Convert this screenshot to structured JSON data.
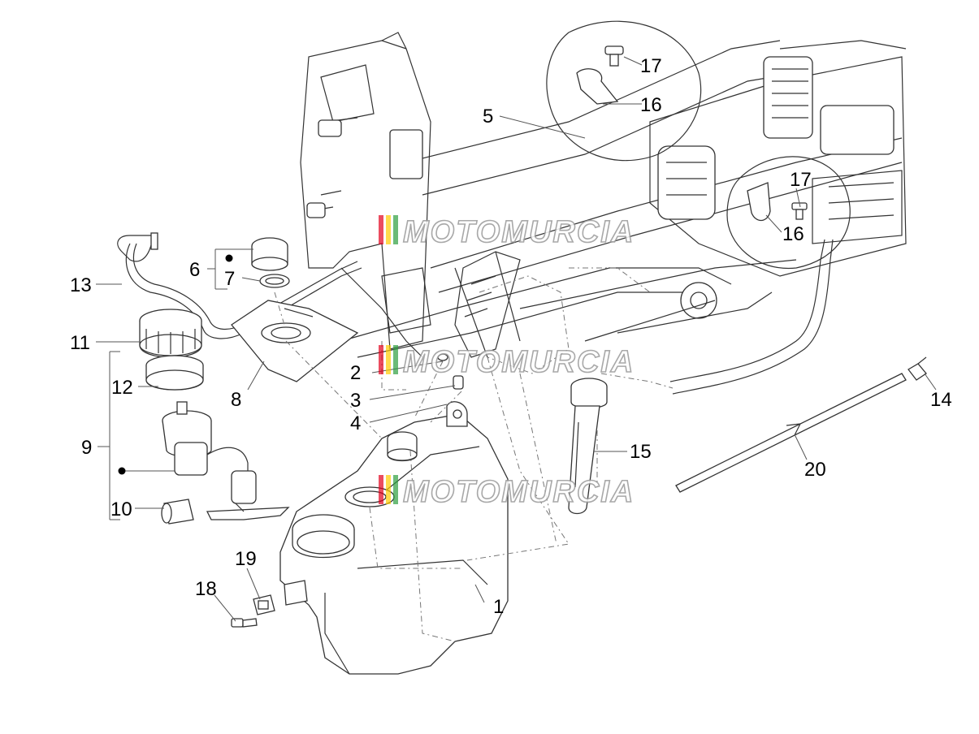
{
  "callouts": {
    "c1": "1",
    "c2": "2",
    "c3": "3",
    "c4": "4",
    "c5": "5",
    "c6": "6",
    "c7": "7",
    "c8": "8",
    "c9": "9",
    "c10": "10",
    "c11": "11",
    "c12": "12",
    "c13": "13",
    "c14": "14",
    "c15": "15",
    "c16a": "16",
    "c16b": "16",
    "c17a": "17",
    "c17b": "17",
    "c18": "18",
    "c19": "19",
    "c20": "20"
  },
  "watermark": {
    "text": "MOTOMURCIA",
    "stripe_colors": [
      "#e3001b",
      "#ffcc00",
      "#2e9e3e"
    ]
  },
  "colors": {
    "line": "#333333",
    "background": "#ffffff"
  }
}
